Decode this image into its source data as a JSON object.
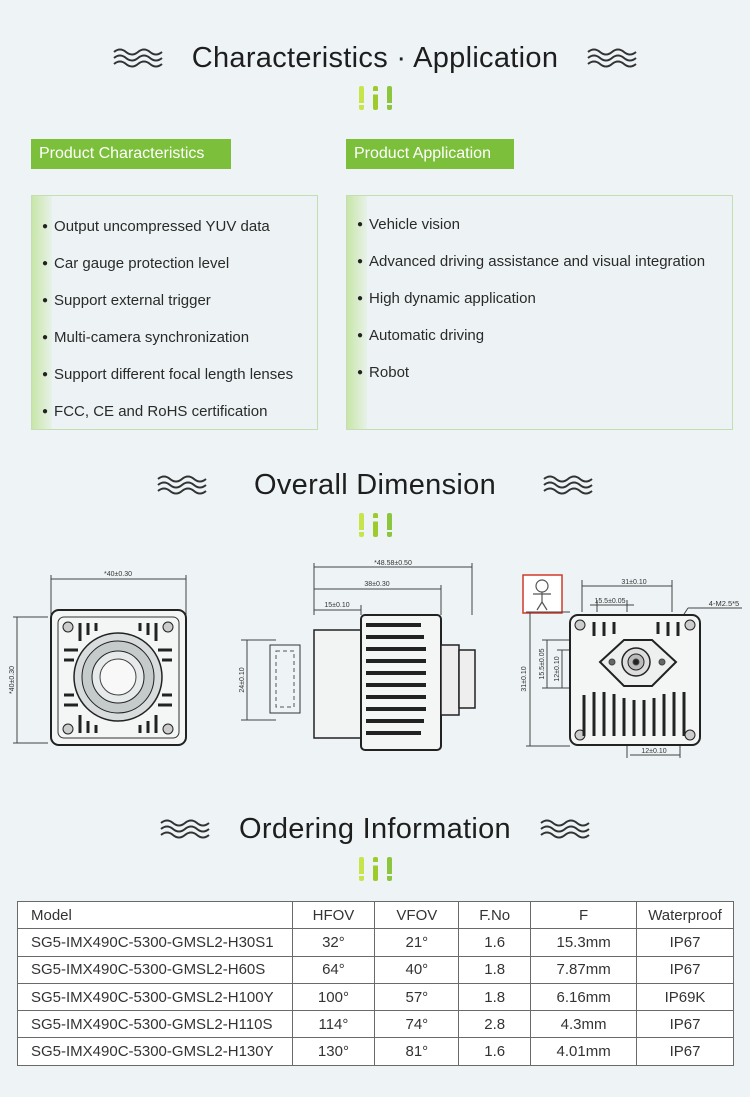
{
  "titles": {
    "characteristics": "Characteristics · Application",
    "dimension": "Overall Dimension",
    "ordering": "Ordering Information"
  },
  "characteristics": {
    "label": "Product Characteristics",
    "items": [
      "Output uncompressed YUV data",
      "Car gauge protection level",
      "Support external trigger",
      "Multi-camera synchronization",
      "Support different focal length lenses",
      "FCC, CE and RoHS certification"
    ]
  },
  "application": {
    "label": "Product Application",
    "items": [
      "Vehicle vision",
      "Advanced driving assistance and visual integration",
      "High dynamic application",
      "Automatic driving",
      "Robot"
    ]
  },
  "dimensions": {
    "front": {
      "width": "*40±0.30",
      "height": "*40±0.30"
    },
    "side": {
      "total": "*48.58±0.50",
      "body": "38±0.30",
      "lens": "15±0.10",
      "height": "24±0.10"
    },
    "back": {
      "top": "31±0.10",
      "inner": "15.5±0.05",
      "holes": "4-M2.5*5",
      "v1": "15.5±0.05",
      "v2": "12±0.10",
      "height": "31±0.10",
      "bottom": "12±0.10"
    }
  },
  "ordering": {
    "headers": [
      "Model",
      "HFOV",
      "VFOV",
      "F.No",
      "F",
      "Waterproof"
    ],
    "rows": [
      [
        "SG5-IMX490C-5300-GMSL2-H30S1",
        "32°",
        "21°",
        "1.6",
        "15.3mm",
        "IP67"
      ],
      [
        "SG5-IMX490C-5300-GMSL2-H60S",
        "64°",
        "40°",
        "1.8",
        "7.87mm",
        "IP67"
      ],
      [
        "SG5-IMX490C-5300-GMSL2-H100Y",
        "100°",
        "57°",
        "1.8",
        "6.16mm",
        "IP69K"
      ],
      [
        "SG5-IMX490C-5300-GMSL2-H110S",
        "114°",
        "74°",
        "2.8",
        "4.3mm",
        "IP67"
      ],
      [
        "SG5-IMX490C-5300-GMSL2-H130Y",
        "130°",
        "81°",
        "1.6",
        "4.01mm",
        "IP67"
      ]
    ]
  },
  "colors": {
    "accent_green": "#7cbf3a",
    "wave": "#333333"
  }
}
